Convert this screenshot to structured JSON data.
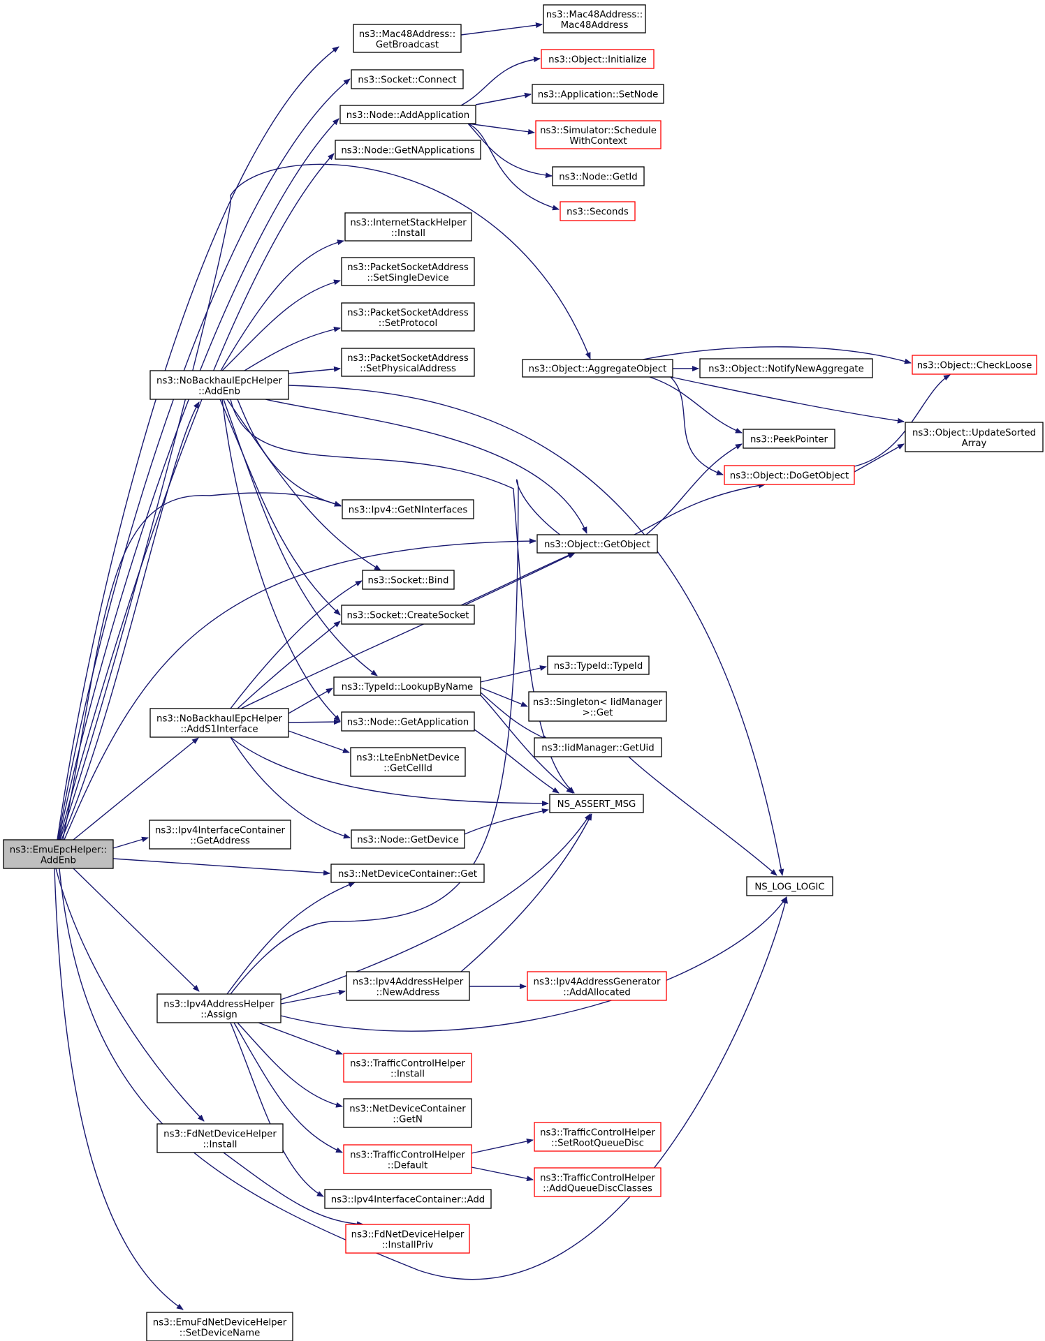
{
  "colors": {
    "edge": "#191970",
    "node_border": "#000000",
    "node_border_external": "#ff0000",
    "root_fill": "#bfbfbf"
  },
  "nodes": [
    {
      "id": "root",
      "lines": [
        "ns3::EmuEpcHelper::",
        "AddEnb"
      ],
      "style": "root"
    },
    {
      "id": "mac48bc",
      "lines": [
        "ns3::Mac48Address::",
        "GetBroadcast"
      ],
      "style": "normal"
    },
    {
      "id": "mac48ctor",
      "lines": [
        "ns3::Mac48Address::",
        "Mac48Address"
      ],
      "style": "normal"
    },
    {
      "id": "sockconnect",
      "lines": [
        "ns3::Socket::Connect"
      ],
      "style": "normal"
    },
    {
      "id": "addapp",
      "lines": [
        "ns3::Node::AddApplication"
      ],
      "style": "normal"
    },
    {
      "id": "objinit",
      "lines": [
        "ns3::Object::Initialize"
      ],
      "style": "red"
    },
    {
      "id": "appsetnode",
      "lines": [
        "ns3::Application::SetNode"
      ],
      "style": "normal"
    },
    {
      "id": "schedctx",
      "lines": [
        "ns3::Simulator::Schedule",
        "WithContext"
      ],
      "style": "red"
    },
    {
      "id": "getnapps",
      "lines": [
        "ns3::Node::GetNApplications"
      ],
      "style": "normal"
    },
    {
      "id": "getid",
      "lines": [
        "ns3::Node::GetId"
      ],
      "style": "normal"
    },
    {
      "id": "seconds",
      "lines": [
        "ns3::Seconds"
      ],
      "style": "red"
    },
    {
      "id": "ishinstall",
      "lines": [
        "ns3::InternetStackHelper",
        "::Install"
      ],
      "style": "normal"
    },
    {
      "id": "psasingle",
      "lines": [
        "ns3::PacketSocketAddress",
        "::SetSingleDevice"
      ],
      "style": "normal"
    },
    {
      "id": "psaproto",
      "lines": [
        "ns3::PacketSocketAddress",
        "::SetProtocol"
      ],
      "style": "normal"
    },
    {
      "id": "psaphys",
      "lines": [
        "ns3::PacketSocketAddress",
        "::SetPhysicalAddress"
      ],
      "style": "normal"
    },
    {
      "id": "aggobj",
      "lines": [
        "ns3::Object::AggregateObject"
      ],
      "style": "normal"
    },
    {
      "id": "notifyagg",
      "lines": [
        "ns3::Object::NotifyNewAggregate"
      ],
      "style": "normal"
    },
    {
      "id": "checkloose",
      "lines": [
        "ns3::Object::CheckLoose"
      ],
      "style": "red"
    },
    {
      "id": "nobackaddenb",
      "lines": [
        "ns3::NoBackhaulEpcHelper",
        "::AddEnb"
      ],
      "style": "normal"
    },
    {
      "id": "peekptr",
      "lines": [
        "ns3::PeekPointer"
      ],
      "style": "normal"
    },
    {
      "id": "updsorted",
      "lines": [
        "ns3::Object::UpdateSorted",
        "Array"
      ],
      "style": "normal"
    },
    {
      "id": "dogetobj",
      "lines": [
        "ns3::Object::DoGetObject"
      ],
      "style": "red"
    },
    {
      "id": "getnifaces",
      "lines": [
        "ns3::Ipv4::GetNInterfaces"
      ],
      "style": "normal"
    },
    {
      "id": "getobject",
      "lines": [
        "ns3::Object::GetObject"
      ],
      "style": "normal"
    },
    {
      "id": "sockbind",
      "lines": [
        "ns3::Socket::Bind"
      ],
      "style": "normal"
    },
    {
      "id": "createsock",
      "lines": [
        "ns3::Socket::CreateSocket"
      ],
      "style": "normal"
    },
    {
      "id": "tidtid",
      "lines": [
        "ns3::TypeId::TypeId"
      ],
      "style": "normal"
    },
    {
      "id": "lookupname",
      "lines": [
        "ns3::TypeId::LookupByName"
      ],
      "style": "normal"
    },
    {
      "id": "singleton",
      "lines": [
        "ns3::Singleton< IidManager",
        ">::Get"
      ],
      "style": "normal"
    },
    {
      "id": "addS1",
      "lines": [
        "ns3::NoBackhaulEpcHelper",
        "::AddS1Interface"
      ],
      "style": "normal"
    },
    {
      "id": "getapp",
      "lines": [
        "ns3::Node::GetApplication"
      ],
      "style": "normal"
    },
    {
      "id": "getuid",
      "lines": [
        "ns3::IidManager::GetUid"
      ],
      "style": "normal"
    },
    {
      "id": "cellid",
      "lines": [
        "ns3::LteEnbNetDevice",
        "::GetCellId"
      ],
      "style": "normal"
    },
    {
      "id": "assertmsg",
      "lines": [
        "NS_ASSERT_MSG"
      ],
      "style": "normal"
    },
    {
      "id": "ipv4icgetaddr",
      "lines": [
        "ns3::Ipv4InterfaceContainer",
        "::GetAddress"
      ],
      "style": "normal"
    },
    {
      "id": "getdevice",
      "lines": [
        "ns3::Node::GetDevice"
      ],
      "style": "normal"
    },
    {
      "id": "ndcget",
      "lines": [
        "ns3::NetDeviceContainer::Get"
      ],
      "style": "normal"
    },
    {
      "id": "logic",
      "lines": [
        "NS_LOG_LOGIC"
      ],
      "style": "normal"
    },
    {
      "id": "newaddr",
      "lines": [
        "ns3::Ipv4AddressHelper",
        "::NewAddress"
      ],
      "style": "normal"
    },
    {
      "id": "addalloc",
      "lines": [
        "ns3::Ipv4AddressGenerator",
        "::AddAllocated"
      ],
      "style": "red"
    },
    {
      "id": "assign",
      "lines": [
        "ns3::Ipv4AddressHelper",
        "::Assign"
      ],
      "style": "normal"
    },
    {
      "id": "tchinstall",
      "lines": [
        "ns3::TrafficControlHelper",
        "::Install"
      ],
      "style": "red"
    },
    {
      "id": "ndcgetn",
      "lines": [
        "ns3::NetDeviceContainer",
        "::GetN"
      ],
      "style": "normal"
    },
    {
      "id": "fdinstall",
      "lines": [
        "ns3::FdNetDeviceHelper",
        "::Install"
      ],
      "style": "normal"
    },
    {
      "id": "tchdefault",
      "lines": [
        "ns3::TrafficControlHelper",
        "::Default"
      ],
      "style": "red"
    },
    {
      "id": "tchsetroot",
      "lines": [
        "ns3::TrafficControlHelper",
        "::SetRootQueueDisc"
      ],
      "style": "red"
    },
    {
      "id": "tchaddqdc",
      "lines": [
        "ns3::TrafficControlHelper",
        "::AddQueueDiscClasses"
      ],
      "style": "red"
    },
    {
      "id": "ipv4icadd",
      "lines": [
        "ns3::Ipv4InterfaceContainer::Add"
      ],
      "style": "normal"
    },
    {
      "id": "fdinstpriv",
      "lines": [
        "ns3::FdNetDeviceHelper",
        "::InstallPriv"
      ],
      "style": "red"
    },
    {
      "id": "emusetname",
      "lines": [
        "ns3::EmuFdNetDeviceHelper",
        "::SetDeviceName"
      ],
      "style": "normal"
    }
  ]
}
